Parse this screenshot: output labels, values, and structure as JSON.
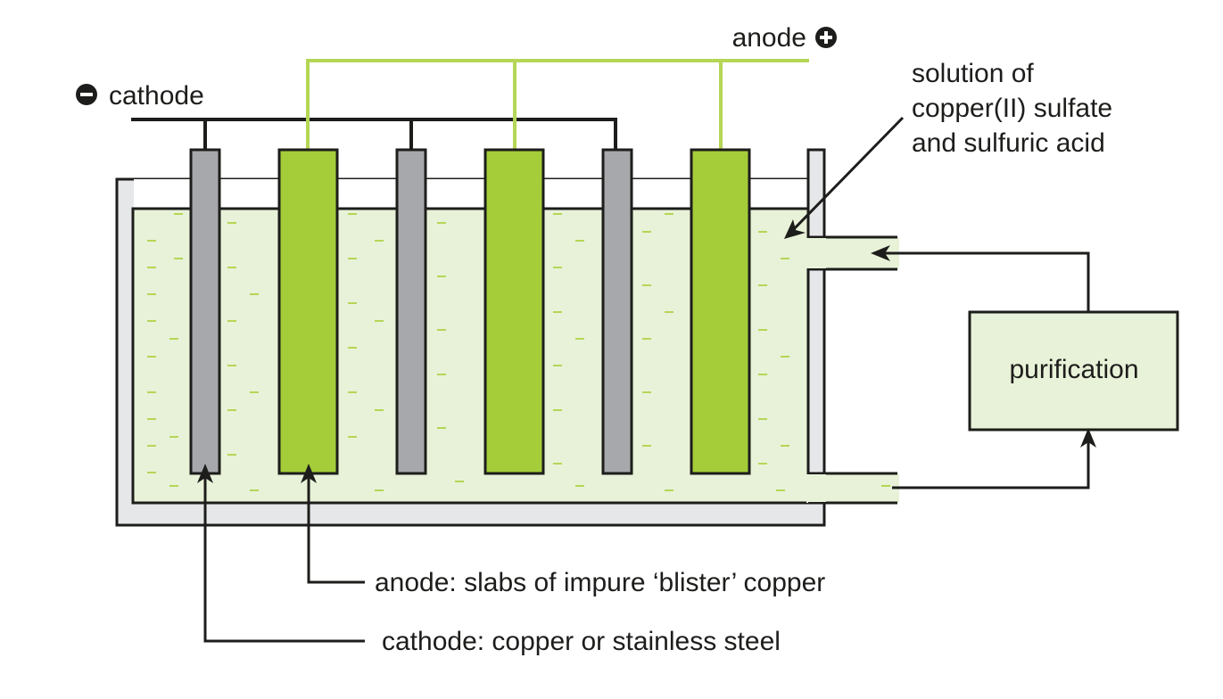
{
  "labels": {
    "anode_top": "anode",
    "cathode_top": "cathode",
    "solution_line1": "solution of",
    "solution_line2": "copper(II) sulfate",
    "solution_line3": "and sulfuric acid",
    "purification": "purification",
    "anode_desc": "anode: slabs of impure ‘blister’ copper",
    "cathode_desc": "cathode: copper or stainless steel"
  },
  "symbols": {
    "plus": "+",
    "minus": "−"
  },
  "colors": {
    "anode_green": "#a4cd39",
    "anode_wire": "#b5d656",
    "cathode_grey": "#a7a8ab",
    "solution": "#e8f2d8",
    "tank_wall": "#e6e7e8",
    "outline": "#1d1d1b",
    "box_fill": "#e8f2d8"
  }
}
